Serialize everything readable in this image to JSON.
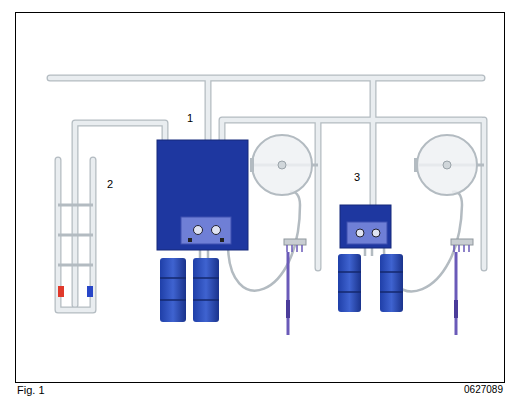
{
  "diagram": {
    "caption": "Fig. 1",
    "labels": [
      "1",
      "2",
      "3",
      "0627089"
    ]
  }
}
